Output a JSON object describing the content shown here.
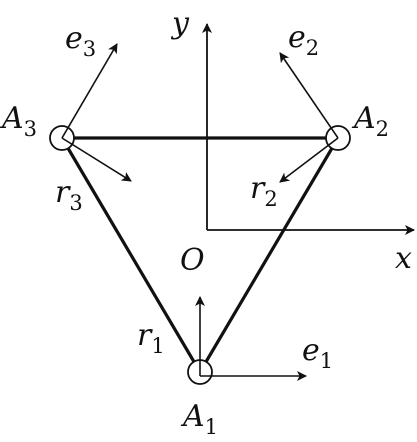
{
  "diagram": {
    "points": {
      "A1": {
        "name": "A",
        "sub": "1"
      },
      "A2": {
        "name": "A",
        "sub": "2"
      },
      "A3": {
        "name": "A",
        "sub": "3"
      },
      "O": {
        "name": "O"
      }
    },
    "axes": {
      "x": {
        "name": "x"
      },
      "y": {
        "name": "y"
      }
    },
    "vectors": {
      "e1": {
        "name": "e",
        "sub": "1"
      },
      "e2": {
        "name": "e",
        "sub": "2"
      },
      "e3": {
        "name": "e",
        "sub": "3"
      },
      "r1": {
        "name": "r",
        "sub": "1"
      },
      "r2": {
        "name": "r",
        "sub": "2"
      },
      "r3": {
        "name": "r",
        "sub": "3"
      }
    },
    "colors": {
      "ink": "#111111",
      "background": "#ffffff"
    }
  }
}
